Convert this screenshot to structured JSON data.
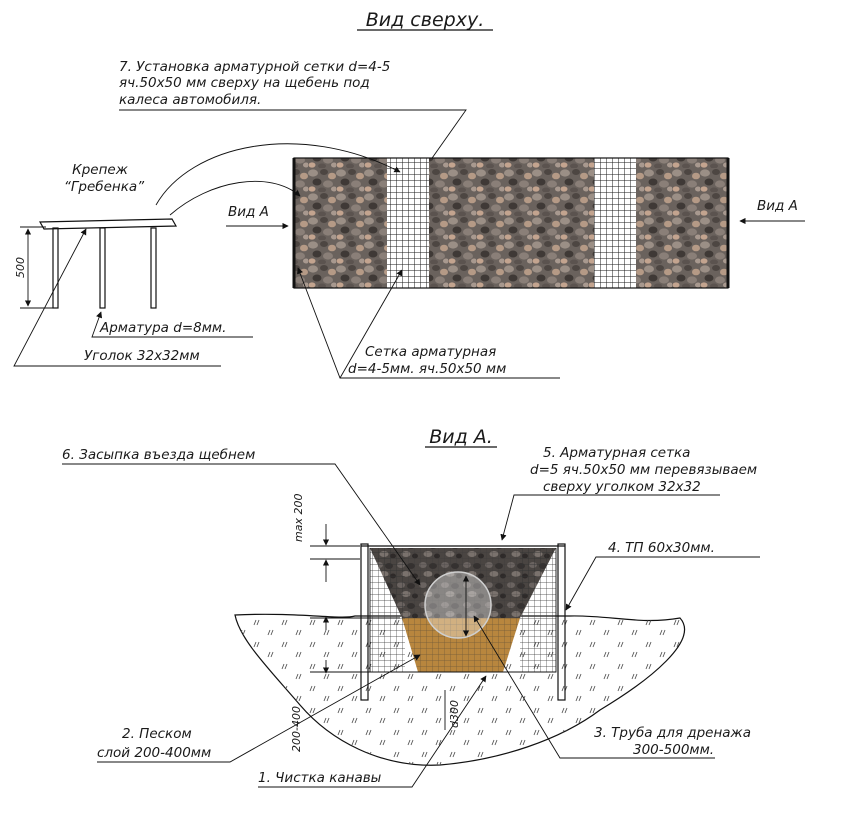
{
  "top_view": {
    "title": "Вид сверху.",
    "note7_line1": "7. Установка арматурной сетки d=4-5",
    "note7_line2": "яч.50х50 мм сверху на щебень под",
    "note7_line3": "калеса автомобиля.",
    "fastener_line1": "Крепеж",
    "fastener_line2": "“Гребенка”",
    "view_a_left": "Вид А",
    "view_a_right": "Вид А",
    "dim_500": "500",
    "rebar_label": "Арматура d=8мм.",
    "angle_label": "Уголок 32х32мм",
    "mesh_line1": "Сетка арматурная",
    "mesh_line2": "d=4-5мм. яч.50х50 мм"
  },
  "section_view": {
    "title": "Вид А.",
    "item6": "6. Засыпка въезда щебнем",
    "item5_line1": "5. Арматурная сетка",
    "item5_line2": "d=5 яч.50х50 мм перевязываем",
    "item5_line3": "сверху уголком 32х32",
    "item4": "4.  ТП 60х30мм.",
    "dim_max200": "max 200",
    "dim_200_400": "200-400",
    "dim_d300": "d300",
    "item2_line1": "2. Песком",
    "item2_line2": "слой 200-400мм",
    "item3_line1": "3. Труба для дренажа",
    "item3_line2": "300-500мм.",
    "item1": "1. Чистка канавы"
  },
  "colors": {
    "line": "#111111",
    "gravel": "#6f6a66",
    "sand": "#b8863e",
    "mesh": "#222222"
  }
}
